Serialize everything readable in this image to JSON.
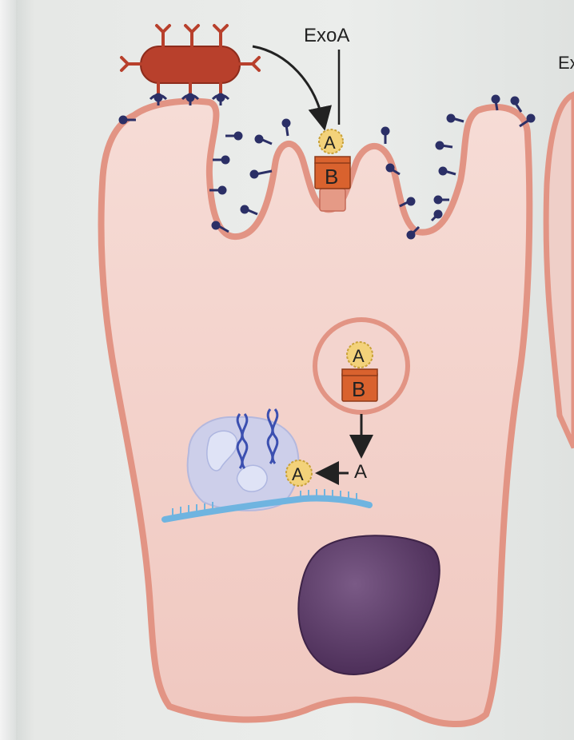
{
  "labels": {
    "exoA": "ExoA",
    "exo_cut": "Ex",
    "subunit_a": "A",
    "subunit_b": "B"
  },
  "colors": {
    "cell_fill": "#f2cfc9",
    "cell_edge": "#e29484",
    "bacterium": "#b8402c",
    "receptor": "#2b2f66",
    "subunit_a": "#f3d27a",
    "subunit_b": "#d9622e",
    "ribosome": "#c9cfee",
    "mrna": "#6fb4e0",
    "nucleus": "#5a3a66"
  }
}
